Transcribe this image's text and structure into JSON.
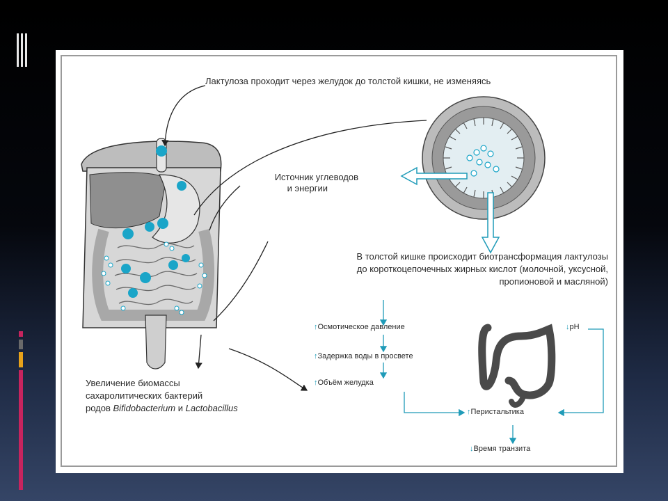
{
  "diagram": {
    "labels": {
      "top": "Лактулоза проходит через желудок до толстой кишки, не изменяясь",
      "source_line1": "Источник углеводов",
      "source_line2": "и энергии",
      "biotrans_line1": "В толстой кишке происходит биотрансформация лактулозы",
      "biotrans_line2": "до короткоцепочечных жирных кислот (молочной, уксусной,",
      "biotrans_line3": "пропионовой и масляной)",
      "biomass_line1": "Увеличение биомассы",
      "biomass_line2": "сахаролитических бактерий",
      "biomass_line3_prefix": "родов ",
      "genus1": "Bifidobacterium",
      "biomass_and": " и ",
      "genus2": "Lactobacillus"
    },
    "effects": {
      "osmotic": "Осмотическое давление",
      "water": "Задержка воды в просвете",
      "volume": "Объём желудка",
      "ph": "pH",
      "peristalsis": "Перистальтика",
      "transit": "Время транзита"
    },
    "colors": {
      "accent": "#1f9bb8",
      "dot": "#1aa5c8",
      "organ_gray": "#9a9a9a",
      "dark_gray": "#555555"
    }
  }
}
